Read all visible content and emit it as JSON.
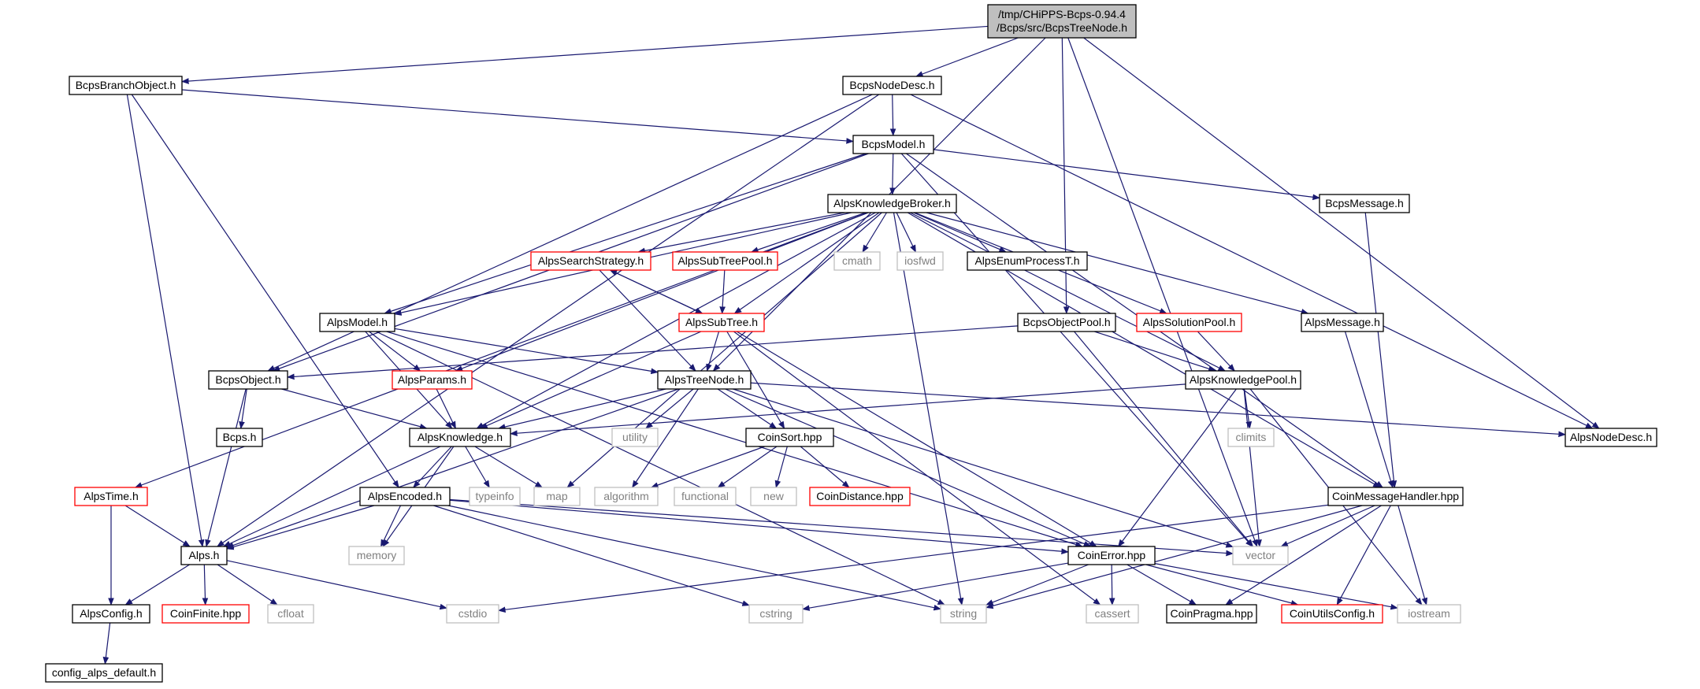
{
  "graph": {
    "root": "/tmp/CHiPPS-Bcps-0.94.4/Bcps/src/BcpsTreeNode.h",
    "nodes": [
      {
        "id": "root",
        "lines": [
          "/tmp/CHiPPS-Bcps-0.94.4",
          "/Bcps/src/BcpsTreeNode.h"
        ],
        "style": "root"
      },
      {
        "id": "BcpsBranchObject",
        "lines": [
          "BcpsBranchObject.h"
        ],
        "style": "normal"
      },
      {
        "id": "BcpsNodeDesc",
        "lines": [
          "BcpsNodeDesc.h"
        ],
        "style": "normal"
      },
      {
        "id": "BcpsModel",
        "lines": [
          "BcpsModel.h"
        ],
        "style": "normal"
      },
      {
        "id": "AlpsKnowledgeBroker",
        "lines": [
          "AlpsKnowledgeBroker.h"
        ],
        "style": "normal"
      },
      {
        "id": "BcpsMessage",
        "lines": [
          "BcpsMessage.h"
        ],
        "style": "normal"
      },
      {
        "id": "AlpsSearchStrategy",
        "lines": [
          "AlpsSearchStrategy.h"
        ],
        "style": "red"
      },
      {
        "id": "AlpsSubTreePool",
        "lines": [
          "AlpsSubTreePool.h"
        ],
        "style": "red"
      },
      {
        "id": "cmath",
        "lines": [
          "cmath"
        ],
        "style": "gray"
      },
      {
        "id": "iosfwd",
        "lines": [
          "iosfwd"
        ],
        "style": "gray"
      },
      {
        "id": "AlpsEnumProcessT",
        "lines": [
          "AlpsEnumProcessT.h"
        ],
        "style": "normal"
      },
      {
        "id": "AlpsModel",
        "lines": [
          "AlpsModel.h"
        ],
        "style": "normal"
      },
      {
        "id": "AlpsSubTree",
        "lines": [
          "AlpsSubTree.h"
        ],
        "style": "red"
      },
      {
        "id": "BcpsObjectPool",
        "lines": [
          "BcpsObjectPool.h"
        ],
        "style": "normal"
      },
      {
        "id": "AlpsSolutionPool",
        "lines": [
          "AlpsSolutionPool.h"
        ],
        "style": "red"
      },
      {
        "id": "AlpsMessage",
        "lines": [
          "AlpsMessage.h"
        ],
        "style": "normal"
      },
      {
        "id": "BcpsObject",
        "lines": [
          "BcpsObject.h"
        ],
        "style": "normal"
      },
      {
        "id": "AlpsParams",
        "lines": [
          "AlpsParams.h"
        ],
        "style": "red"
      },
      {
        "id": "AlpsTreeNode",
        "lines": [
          "AlpsTreeNode.h"
        ],
        "style": "normal"
      },
      {
        "id": "AlpsKnowledgePool",
        "lines": [
          "AlpsKnowledgePool.h"
        ],
        "style": "normal"
      },
      {
        "id": "Bcps",
        "lines": [
          "Bcps.h"
        ],
        "style": "normal"
      },
      {
        "id": "AlpsKnowledge",
        "lines": [
          "AlpsKnowledge.h"
        ],
        "style": "normal"
      },
      {
        "id": "utility",
        "lines": [
          "utility"
        ],
        "style": "gray"
      },
      {
        "id": "CoinSort",
        "lines": [
          "CoinSort.hpp"
        ],
        "style": "normal"
      },
      {
        "id": "climits",
        "lines": [
          "climits"
        ],
        "style": "gray"
      },
      {
        "id": "AlpsNodeDesc",
        "lines": [
          "AlpsNodeDesc.h"
        ],
        "style": "normal"
      },
      {
        "id": "AlpsTime",
        "lines": [
          "AlpsTime.h"
        ],
        "style": "red"
      },
      {
        "id": "AlpsEncoded",
        "lines": [
          "AlpsEncoded.h"
        ],
        "style": "normal"
      },
      {
        "id": "typeinfo",
        "lines": [
          "typeinfo"
        ],
        "style": "gray"
      },
      {
        "id": "map",
        "lines": [
          "map"
        ],
        "style": "gray"
      },
      {
        "id": "algorithm",
        "lines": [
          "algorithm"
        ],
        "style": "gray"
      },
      {
        "id": "functional",
        "lines": [
          "functional"
        ],
        "style": "gray"
      },
      {
        "id": "new",
        "lines": [
          "new"
        ],
        "style": "gray"
      },
      {
        "id": "CoinDistance",
        "lines": [
          "CoinDistance.hpp"
        ],
        "style": "red"
      },
      {
        "id": "CoinMessageHandler",
        "lines": [
          "CoinMessageHandler.hpp"
        ],
        "style": "normal"
      },
      {
        "id": "memory",
        "lines": [
          "memory"
        ],
        "style": "gray"
      },
      {
        "id": "Alps",
        "lines": [
          "Alps.h"
        ],
        "style": "normal"
      },
      {
        "id": "CoinError",
        "lines": [
          "CoinError.hpp"
        ],
        "style": "normal"
      },
      {
        "id": "vector",
        "lines": [
          "vector"
        ],
        "style": "gray"
      },
      {
        "id": "AlpsConfig",
        "lines": [
          "AlpsConfig.h"
        ],
        "style": "normal"
      },
      {
        "id": "CoinFinite",
        "lines": [
          "CoinFinite.hpp"
        ],
        "style": "red"
      },
      {
        "id": "cfloat",
        "lines": [
          "cfloat"
        ],
        "style": "gray"
      },
      {
        "id": "cstdio",
        "lines": [
          "cstdio"
        ],
        "style": "gray"
      },
      {
        "id": "cstring",
        "lines": [
          "cstring"
        ],
        "style": "gray"
      },
      {
        "id": "string",
        "lines": [
          "string"
        ],
        "style": "gray"
      },
      {
        "id": "cassert",
        "lines": [
          "cassert"
        ],
        "style": "gray"
      },
      {
        "id": "CoinPragma",
        "lines": [
          "CoinPragma.hpp"
        ],
        "style": "normal"
      },
      {
        "id": "CoinUtilsConfig",
        "lines": [
          "CoinUtilsConfig.h"
        ],
        "style": "red"
      },
      {
        "id": "iostream",
        "lines": [
          "iostream"
        ],
        "style": "gray"
      },
      {
        "id": "config_alps_default",
        "lines": [
          "config_alps_default.h"
        ],
        "style": "normal"
      }
    ],
    "colors": {
      "edge": "#191970",
      "root_fill": "#bfbfbf",
      "normal_border": "#000000",
      "red_border": "#ff0000",
      "gray_border": "#bfbfbf",
      "gray_text": "#808080"
    }
  }
}
